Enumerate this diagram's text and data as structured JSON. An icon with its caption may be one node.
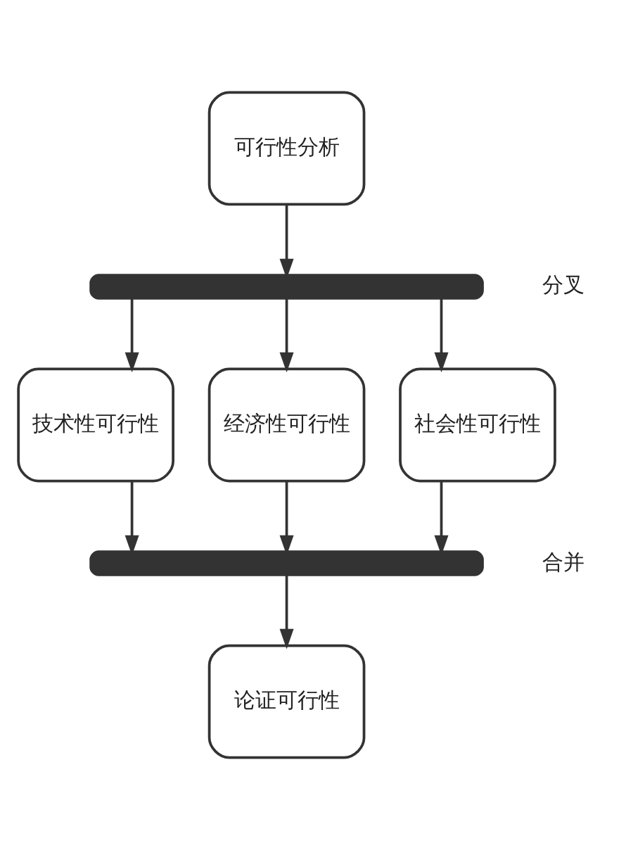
{
  "diagram": {
    "nodes": [
      {
        "text": [
          "可行性分析"
        ]
      },
      {
        "text": [],
        "shape": "bar",
        "beside": [
          "分叉"
        ]
      },
      {
        "text": [
          "技术性可行性"
        ]
      },
      {
        "text": [
          "经济性可行性"
        ]
      },
      {
        "text": [
          "社会性可行性"
        ]
      },
      {
        "text": [],
        "shape": "bar",
        "beside": [
          "合并"
        ]
      },
      {
        "text": [
          "论证可行性"
        ]
      }
    ],
    "edges": [
      {
        "from": 0,
        "to": 1,
        "arrow": "to"
      },
      {
        "from": 1,
        "to": 2,
        "arrow": "to"
      },
      {
        "from": 1,
        "to": 3,
        "arrow": "to"
      },
      {
        "from": 1,
        "to": 4,
        "arrow": "to"
      },
      {
        "from": 2,
        "to": 5,
        "arrow": "to"
      },
      {
        "from": 3,
        "to": 5,
        "arrow": "to"
      },
      {
        "from": 4,
        "to": 5,
        "arrow": "to"
      },
      {
        "from": 5,
        "to": 6,
        "arrow": "to"
      }
    ]
  }
}
